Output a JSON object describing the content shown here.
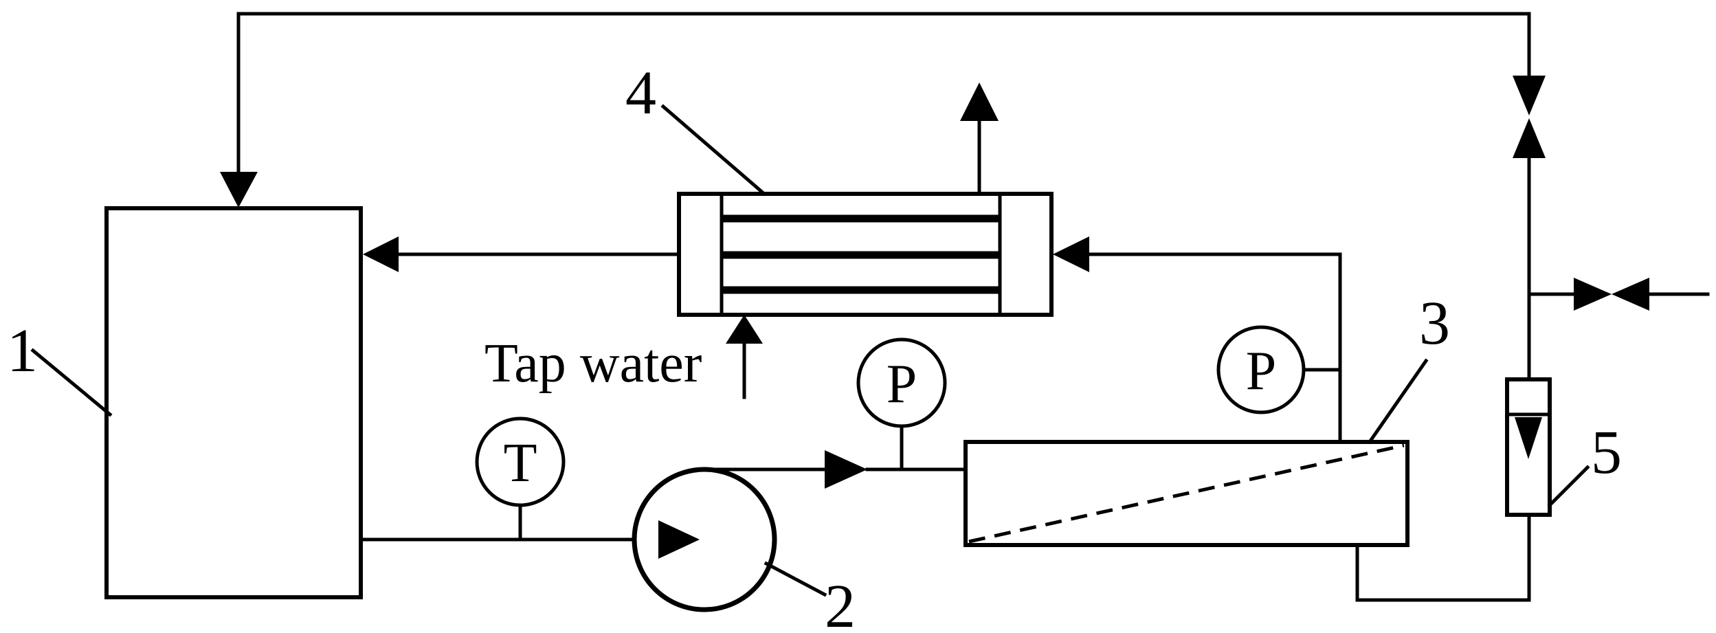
{
  "labels": {
    "tank": "1",
    "pump": "2",
    "membrane_module": "3",
    "heat_exchanger": "4",
    "flowmeter": "5"
  },
  "gauges": {
    "temperature": "T",
    "pressure_inlet": "P",
    "pressure_outlet": "P"
  },
  "annotations": {
    "tap_water": "Tap water"
  }
}
